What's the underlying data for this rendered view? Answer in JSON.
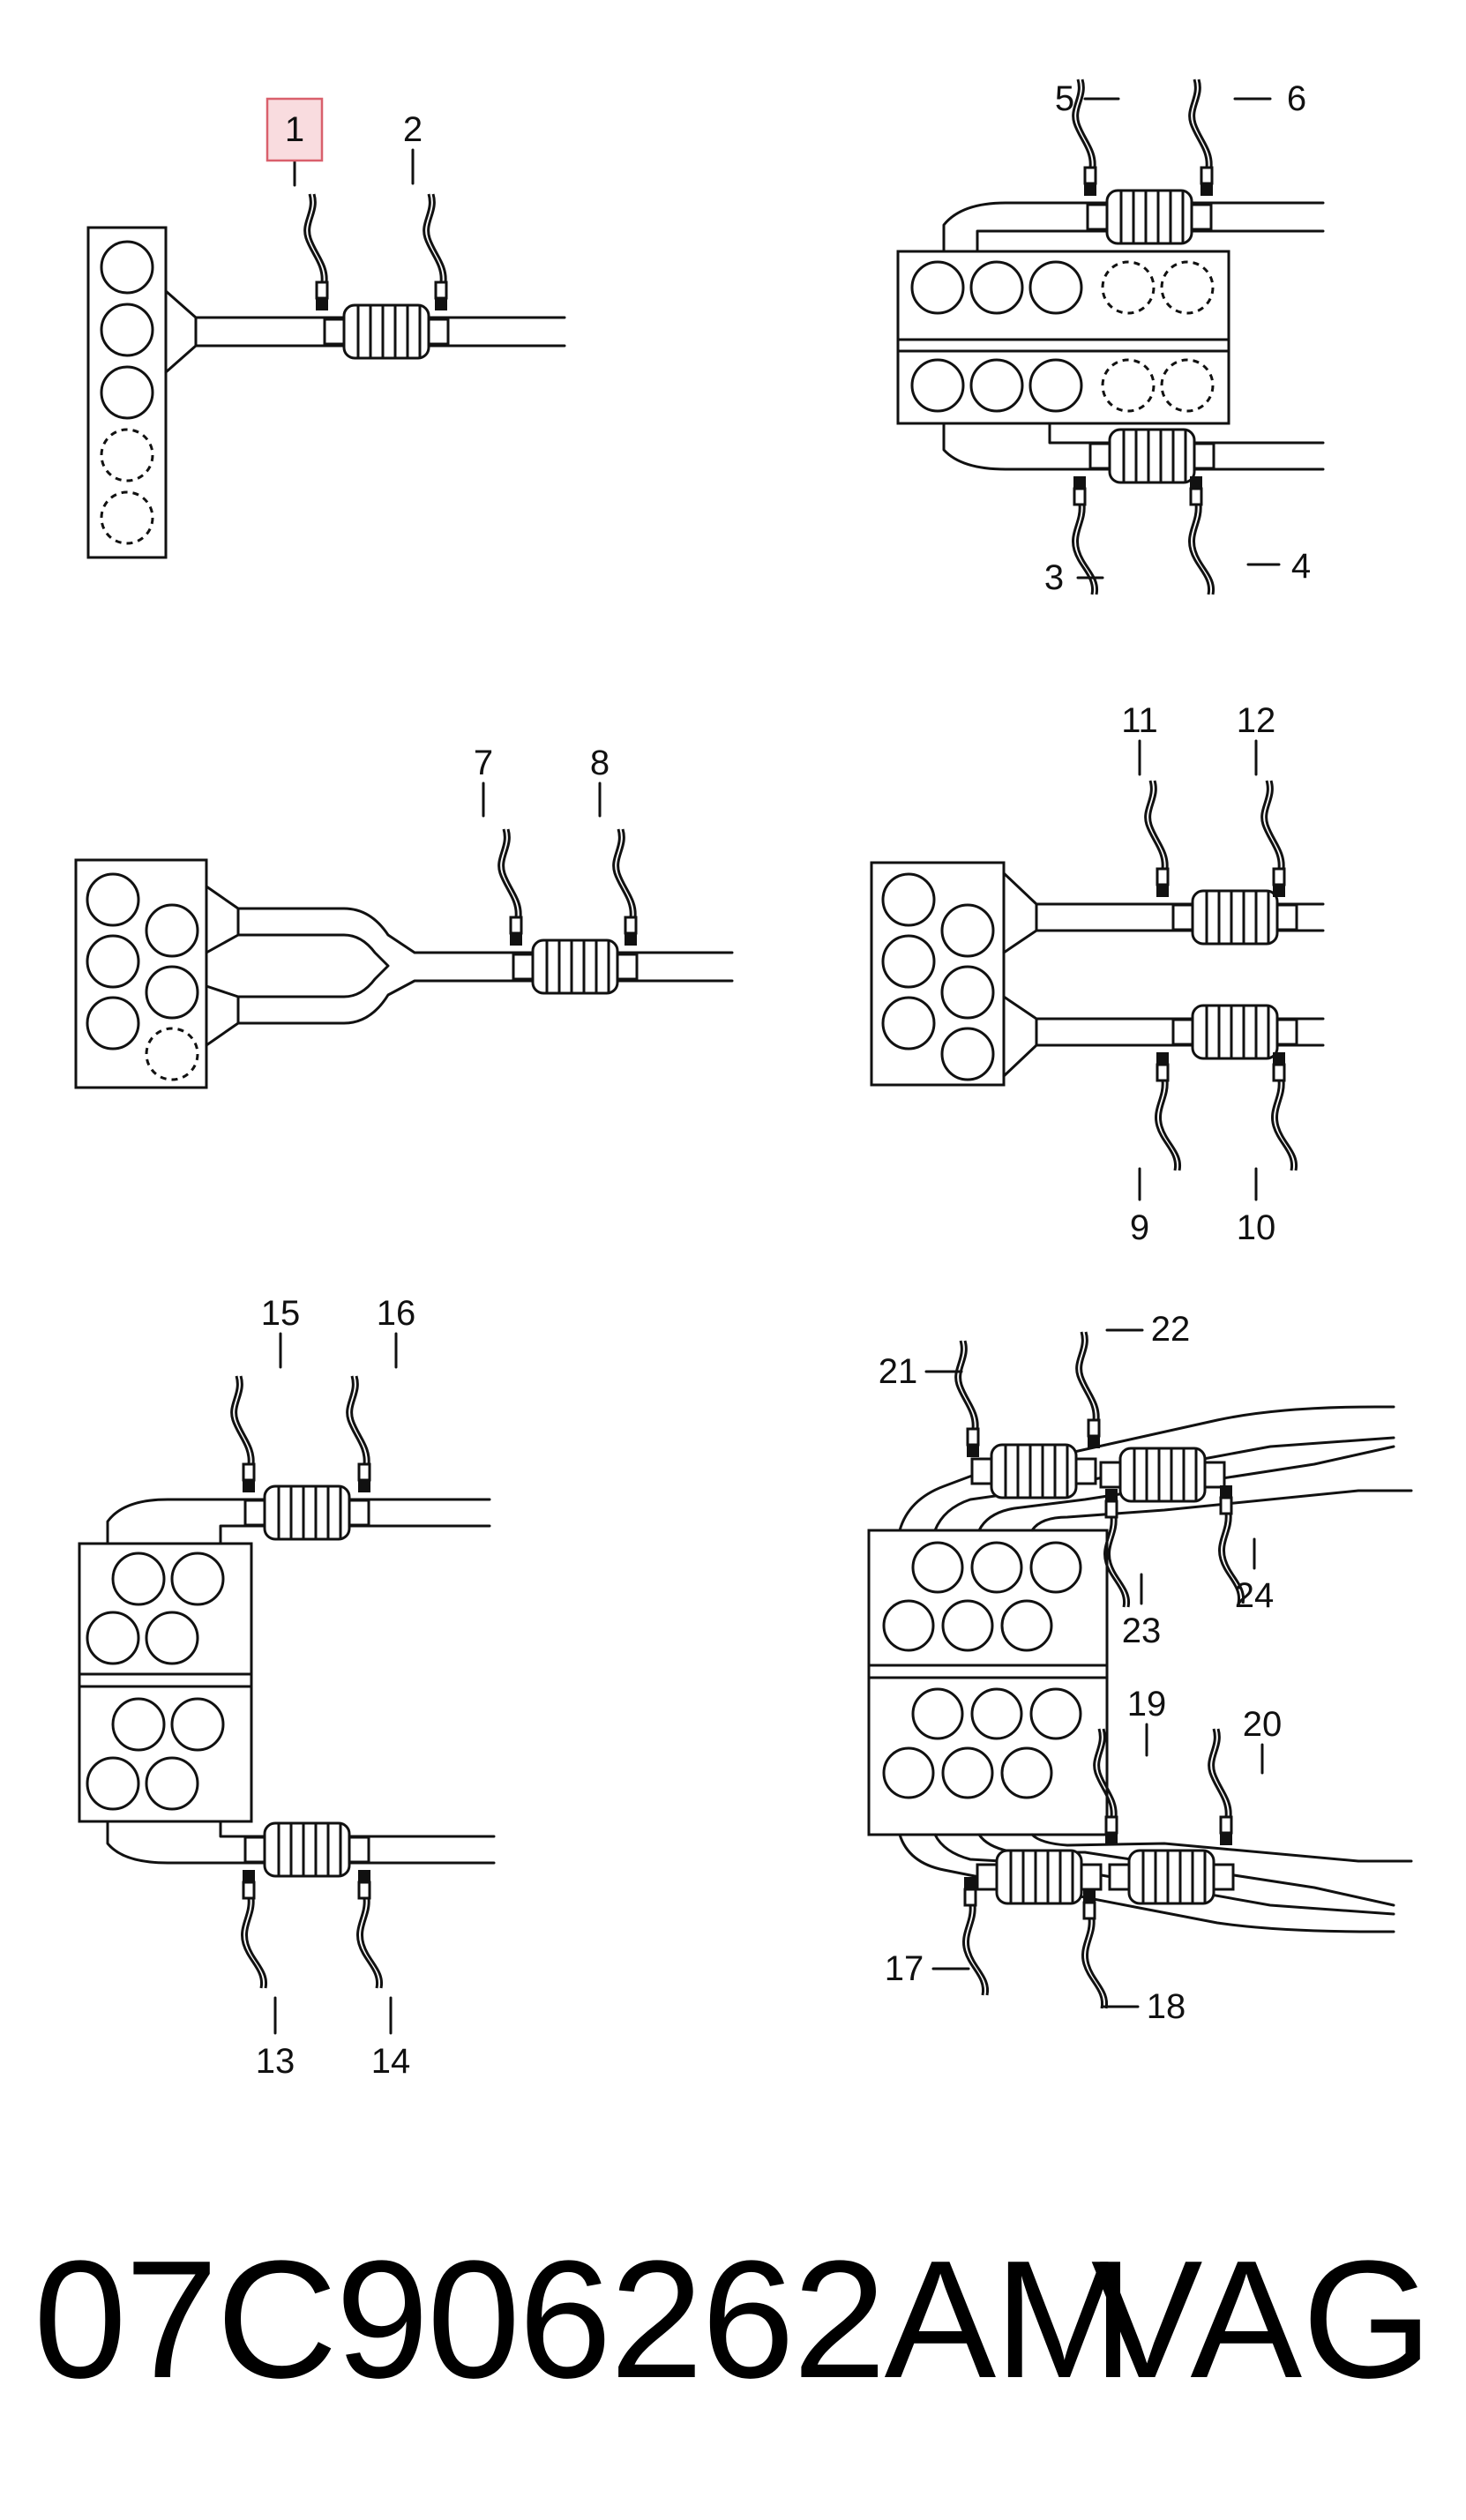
{
  "diagram": {
    "callouts": [
      "1",
      "2",
      "3",
      "4",
      "5",
      "6",
      "7",
      "8",
      "9",
      "10",
      "11",
      "12",
      "13",
      "14",
      "15",
      "16",
      "17",
      "18",
      "19",
      "20",
      "21",
      "22",
      "23",
      "24"
    ],
    "highlighted_callout": "1"
  },
  "footer": {
    "part_number": "07C906262AM",
    "brand": "VAG"
  }
}
